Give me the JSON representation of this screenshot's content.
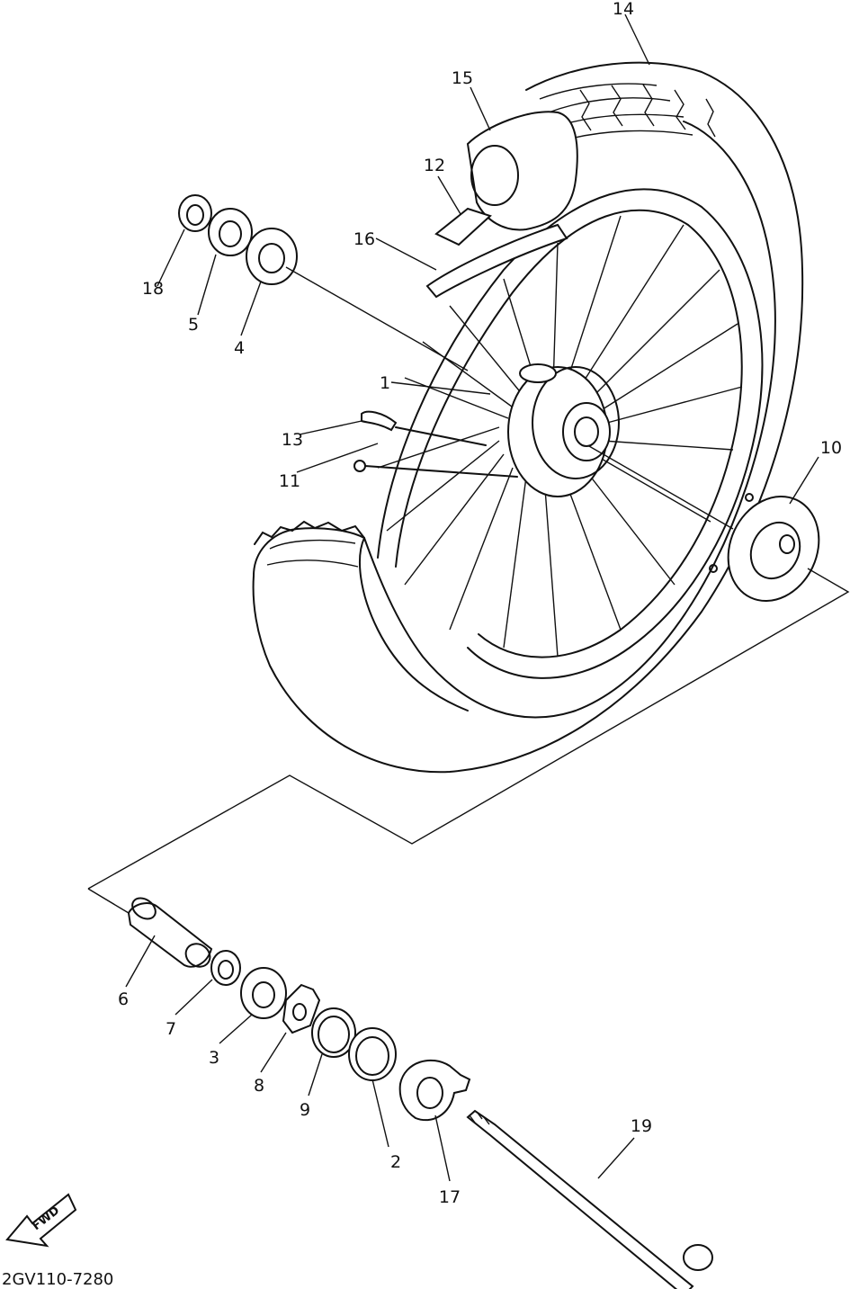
{
  "diagram": {
    "callouts": [
      "1",
      "2",
      "3",
      "4",
      "5",
      "6",
      "7",
      "8",
      "9",
      "10",
      "11",
      "12",
      "13",
      "14",
      "15",
      "16",
      "17",
      "18",
      "19"
    ],
    "direction_label": "FWD",
    "drawing_code": "2GV110-7280"
  }
}
